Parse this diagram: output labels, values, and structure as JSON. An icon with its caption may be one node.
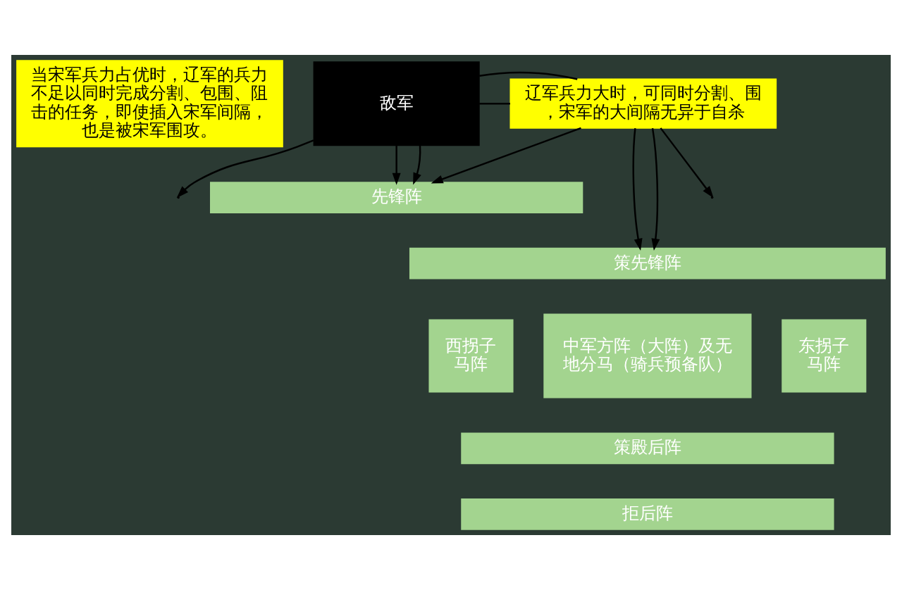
{
  "diagram": {
    "nodes": [
      {
        "text": [
          "敌军"
        ]
      },
      {
        "text": [
          "当宋军兵力占优时，辽军的兵力不足以同时完成分割、包围、阻击的任务，即使插入宋军间隔，也是被宋军围攻。"
        ]
      },
      {
        "text": [
          "辽军兵力大时，可同时分割、围，宋军的大间隔无异于自杀"
        ]
      },
      {
        "text": [
          "先锋阵"
        ]
      },
      {
        "text": [
          "策先锋阵"
        ]
      },
      {
        "text": [
          "西拐子马阵"
        ]
      },
      {
        "text": [
          "中军方阵（大阵）及无地分马（骑兵预备队）"
        ]
      },
      {
        "text": [
          "东拐子马阵"
        ]
      },
      {
        "text": [
          "策殿后阵"
        ]
      },
      {
        "text": [
          "拒后阵"
        ]
      }
    ],
    "edges": [
      {
        "from": 0,
        "to": 3,
        "arrow": "to"
      },
      {
        "from": 0,
        "to": null,
        "arrow": "to"
      },
      {
        "from": 0,
        "to": 2,
        "arrow": "none"
      },
      {
        "from": 0,
        "to": 2,
        "arrow": "none"
      },
      {
        "from": 0,
        "to": 3,
        "arrow": "to"
      },
      {
        "from": 2,
        "to": 3,
        "arrow": "to"
      },
      {
        "from": 2,
        "to": 4,
        "arrow": "to"
      },
      {
        "from": 2,
        "to": 4,
        "arrow": "to"
      },
      {
        "from": 2,
        "to": null,
        "arrow": "to"
      }
    ]
  }
}
